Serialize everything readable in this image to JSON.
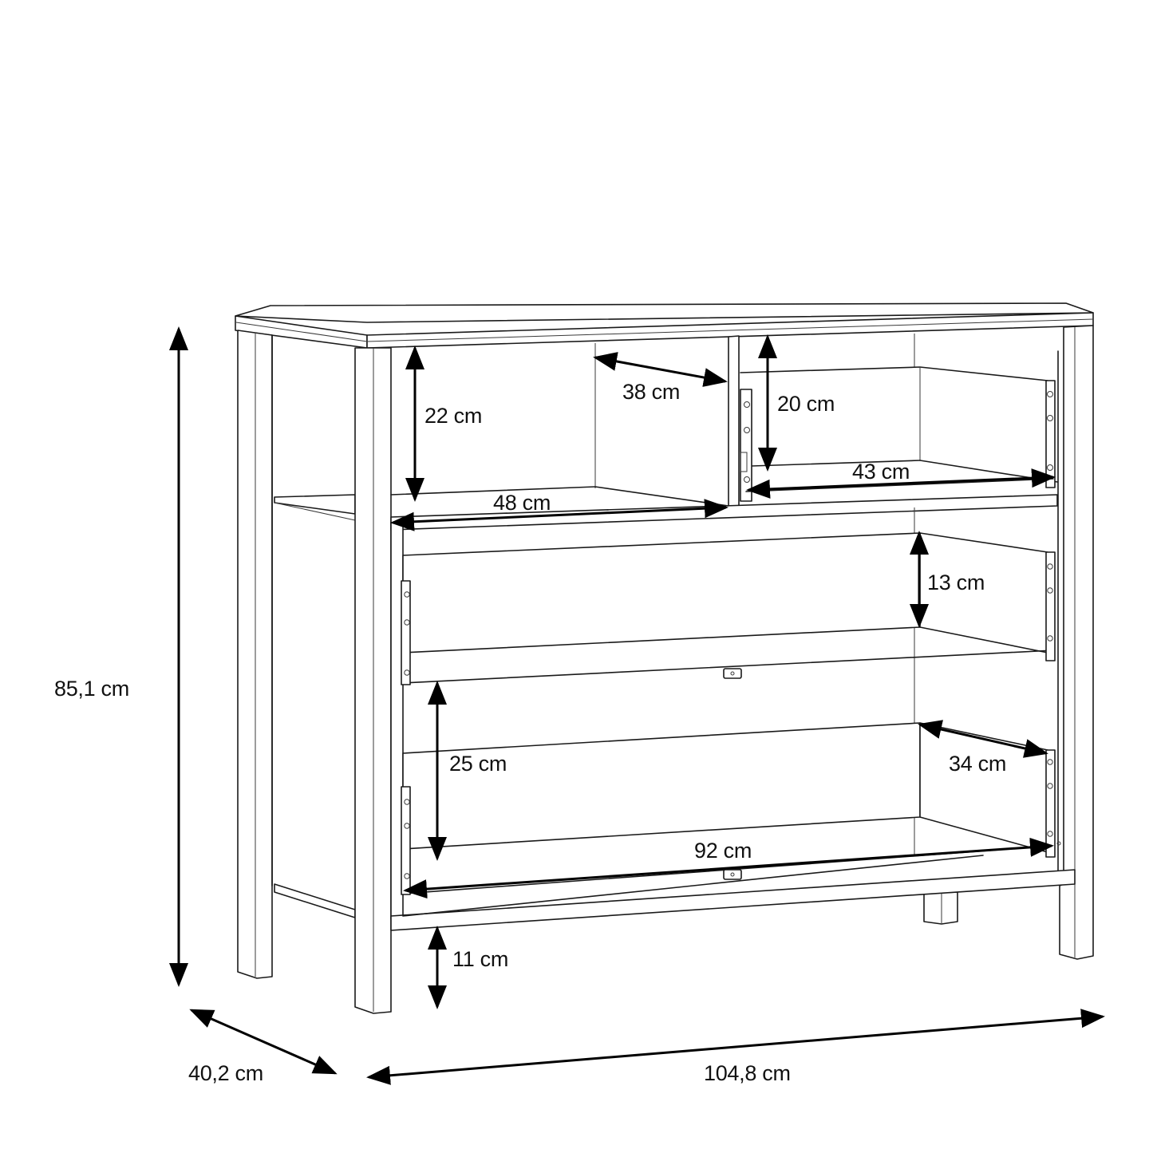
{
  "diagram": {
    "type": "furniture-dimension-drawing",
    "subject": "chest of drawers with open shelf compartment",
    "colors": {
      "line": "#1a1a1a",
      "background": "#ffffff",
      "text": "#111111"
    }
  },
  "overall_dimensions": {
    "height": "85,1 cm",
    "depth": "40,2 cm",
    "width": "104,8 cm"
  },
  "interior_dimensions": {
    "open_shelf_height": "22 cm",
    "open_shelf_depth": "38 cm",
    "open_shelf_width": "48 cm",
    "top_drawer_height": "20 cm",
    "top_drawer_width": "43 cm",
    "middle_drawer_height": "13 cm",
    "bottom_drawer_height": "25 cm",
    "bottom_drawer_depth": "34 cm",
    "bottom_drawer_width": "92 cm",
    "floor_clearance": "11 cm"
  }
}
